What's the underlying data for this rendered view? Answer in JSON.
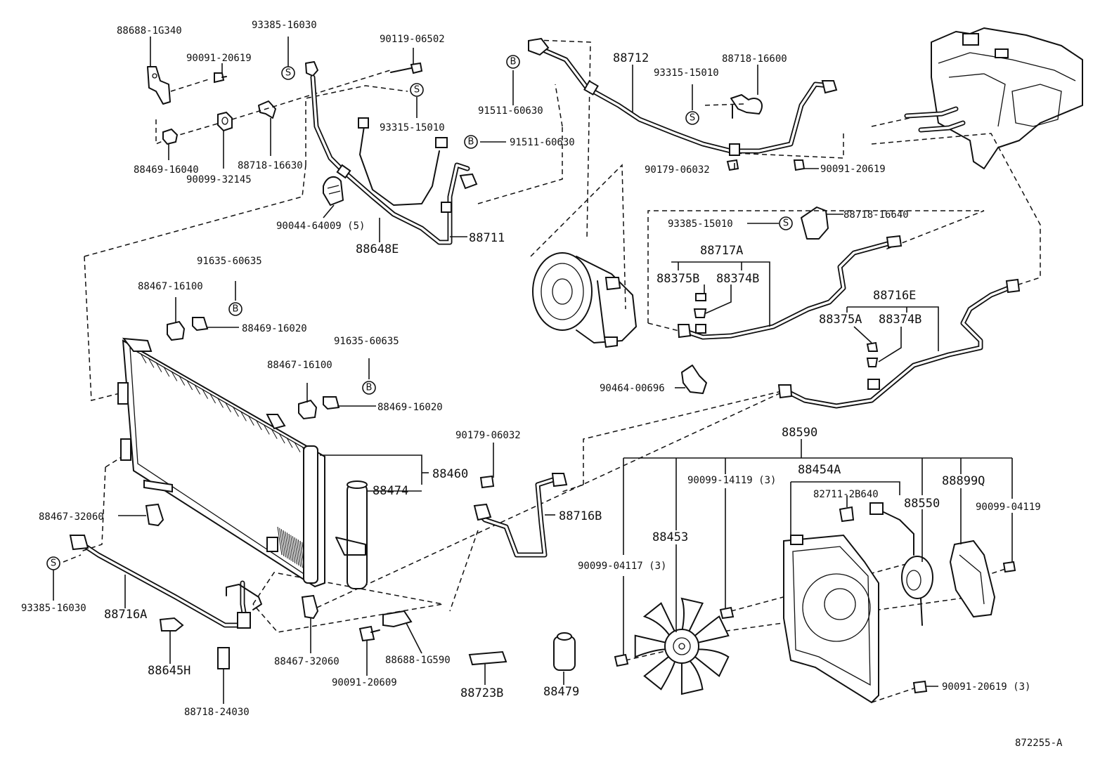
{
  "diagram_id": "872255-A",
  "symbols": {
    "s": "S",
    "b": "B"
  },
  "labels": {
    "p88688_1G340": "88688-1G340",
    "p90091_20619_a": "90091-20619",
    "p93385_16030_top": "93385-16030",
    "p90119_06502": "90119-06502",
    "p93315_15010_a": "93315-15010",
    "p88469_16040": "88469-16040",
    "p90099_32145": "90099-32145",
    "p88718_16630": "88718-16630",
    "p91511_60630_a": "91511-60630",
    "p91511_60630_b": "91511-60630",
    "p90044_64009": "90044-64009 (5)",
    "p88648E": "88648E",
    "p88711": "88711",
    "p88712": "88712",
    "p93315_15010_b": "93315-15010",
    "p88718_16600": "88718-16600",
    "p90179_06032_a": "90179-06032",
    "p90091_20619_b": "90091-20619",
    "p93385_15010": "93385-15010",
    "p88718_16640": "88718-16640",
    "p88717A": "88717A",
    "p88375B_a": "88375B",
    "p88374B_a": "88374B",
    "p88716E": "88716E",
    "p88375A": "88375A",
    "p88374B_b": "88374B",
    "p90464_00696": "90464-00696",
    "p91635_60635_a": "91635-60635",
    "p88467_16100_a": "88467-16100",
    "p88469_16020_a": "88469-16020",
    "p91635_60635_b": "91635-60635",
    "p88467_16100_b": "88467-16100",
    "p88469_16020_b": "88469-16020",
    "p88460": "88460",
    "p88474": "88474",
    "p88467_32060_a": "88467-32060",
    "p93385_16030_bot": "93385-16030",
    "p88716A": "88716A",
    "p88645H": "88645H",
    "p88718_24030": "88718-24030",
    "p88467_32060_b": "88467-32060",
    "p90091_20609": "90091-20609",
    "p88688_1G590": "88688-1G590",
    "p88723B": "88723B",
    "p88479": "88479",
    "p90179_06032_b": "90179-06032",
    "p88716B": "88716B",
    "p88590": "88590",
    "p90099_14119": "90099-14119 (3)",
    "p88454A": "88454A",
    "p82711_2B640": "82711-2B640",
    "p88899Q": "88899Q",
    "p88550": "88550",
    "p90099_04119": "90099-04119",
    "p88453": "88453",
    "p90099_04117": "90099-04117 (3)",
    "p90091_20619_c": "90091-20619 (3)",
    "ref": "872255-A"
  }
}
